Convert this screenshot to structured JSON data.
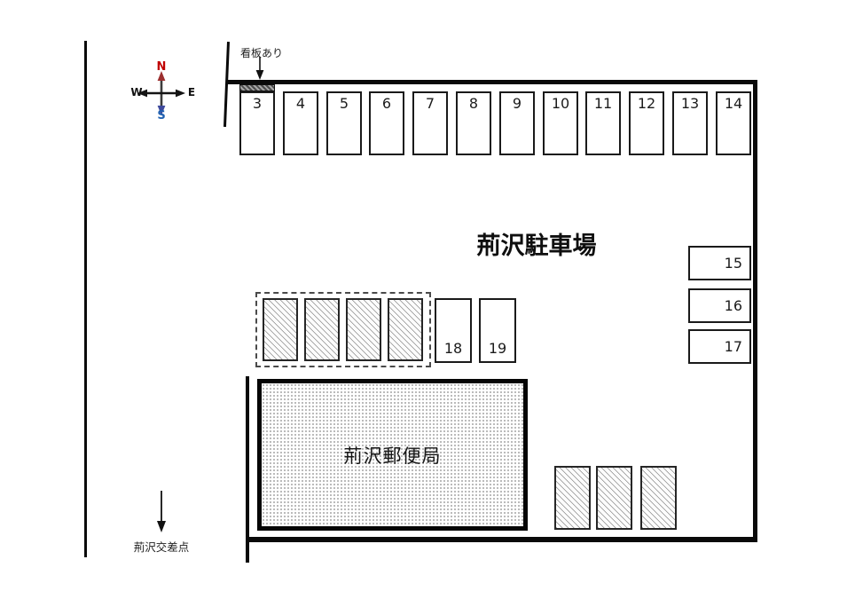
{
  "title": "荊沢駐車場",
  "compass": {
    "north": "N",
    "east": "E",
    "south": "S",
    "west": "W"
  },
  "labels": {
    "signboard": "看板あり",
    "intersection": "荊沢交差点",
    "post_office": "荊沢郵便局"
  },
  "parking": {
    "top_row": [
      "3",
      "4",
      "5",
      "6",
      "7",
      "8",
      "9",
      "10",
      "11",
      "12",
      "13",
      "14"
    ],
    "right_column": [
      "15",
      "16",
      "17"
    ],
    "middle_pair": [
      "18",
      "19"
    ]
  },
  "colors": {
    "north_label": "#c00000",
    "south_label": "#2060b0",
    "line": "#000000"
  }
}
